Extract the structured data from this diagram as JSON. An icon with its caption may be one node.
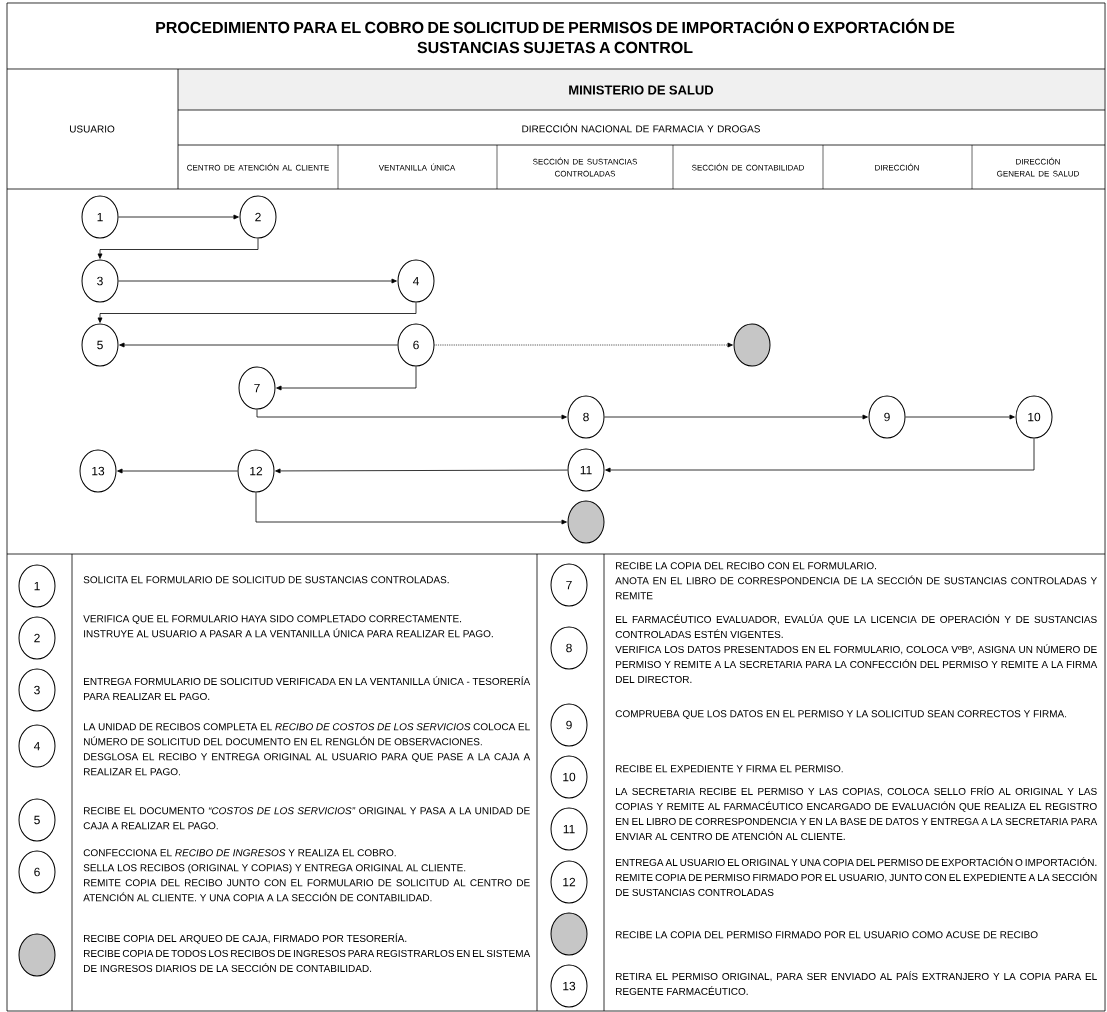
{
  "diagram": {
    "title": "PROCEDIMIENTO PARA EL COBRO DE SOLICITUD DE PERMISOS DE IMPORTACIÓN O EXPORTACIÓN DE SUSTANCIAS SUJETAS A CONTROL",
    "nodes": [
      {
        "text": [
          "1"
        ]
      },
      {
        "text": [
          "2"
        ]
      },
      {
        "text": [
          "3"
        ]
      },
      {
        "text": [
          "4"
        ]
      },
      {
        "text": [
          "5"
        ]
      },
      {
        "text": [
          "6"
        ]
      },
      {
        "text": [],
        "shape": "circle"
      },
      {
        "text": [
          "7"
        ]
      },
      {
        "text": [
          "8"
        ]
      },
      {
        "text": [
          "9"
        ]
      },
      {
        "text": [
          "10"
        ]
      },
      {
        "text": [
          "13"
        ]
      },
      {
        "text": [
          "12"
        ]
      },
      {
        "text": [
          "11"
        ]
      },
      {
        "text": [],
        "shape": "circle"
      },
      {
        "text": [
          "1"
        ],
        "beside": [
          "SOLICITA EL FORMULARIO DE SOLICITUD DE SUSTANCIAS CONTROLADAS."
        ]
      },
      {
        "text": [
          "2"
        ],
        "beside": [
          "VERIFICA QUE EL FORMULARIO HAYA SIDO COMPLETADO CORRECTAMENTE.",
          "INSTRUYE AL USUARIO A PASAR A LA VENTANILLA ÚNICA PARA REALIZAR EL PAGO."
        ]
      },
      {
        "text": [
          "3"
        ],
        "beside": [
          "ENTREGA FORMULARIO DE SOLICITUD VERIFICADA EN LA VENTANILLA ÚNICA - TESORERÍA PARA REALIZAR EL PAGO."
        ]
      },
      {
        "text": [
          "4"
        ],
        "beside": [
          "LA UNIDAD DE RECIBOS COMPLETA EL *RECIBO DE COSTOS DE LOS SERVICIOS* COLOCA EL NÚMERO DE SOLICITUD DEL DOCUMENTO EN EL RENGLÓN DE OBSERVACIONES.",
          "DESGLOSA EL RECIBO Y ENTREGA ORIGINAL AL USUARIO PARA QUE PASE A LA CAJA A REALIZAR EL PAGO."
        ]
      },
      {
        "text": [
          "5"
        ],
        "beside": [
          "RECIBE EL DOCUMENTO *“COSTOS DE LOS SERVICIOS”* ORIGINAL Y PASA A LA UNIDAD DE CAJA A REALIZAR EL PAGO."
        ]
      },
      {
        "text": [
          "6"
        ],
        "beside": [
          "CONFECCIONA EL *RECIBO DE INGRESOS* Y REALIZA EL COBRO.",
          "SELLA LOS RECIBOS (ORIGINAL Y COPIAS) Y ENTREGA ORIGINAL AL CLIENTE.",
          "REMITE COPIA DEL RECIBO JUNTO CON EL FORMULARIO DE SOLICITUD AL CENTRO DE ATENCIÓN AL CLIENTE. Y UNA COPIA A LA SECCIÓN DE CONTABILIDAD."
        ]
      },
      {
        "text": [],
        "shape": "circle",
        "beside": [
          "RECIBE COPIA DEL ARQUEO DE CAJA, FIRMADO POR TESORERÍA.",
          "RECIBE COPIA DE TODOS LOS RECIBOS DE INGRESOS PARA REGISTRARLOS EN EL SISTEMA DE INGRESOS DIARIOS DE LA SECCIÓN DE CONTABILIDAD."
        ]
      },
      {
        "text": [
          "7"
        ],
        "beside": [
          "RECIBE LA COPIA DEL RECIBO CON EL FORMULARIO.",
          "ANOTA EN EL LIBRO DE CORRESPONDENCIA DE LA SECCIÓN DE SUSTANCIAS CONTROLADAS Y REMITE"
        ]
      },
      {
        "text": [
          "8"
        ],
        "beside": [
          "EL FARMACÉUTICO EVALUADOR, EVALÚA QUE LA LICENCIA DE OPERACIÓN Y DE SUSTANCIAS CONTROLADAS ESTÉN VIGENTES.",
          "VERIFICA LOS DATOS PRESENTADOS EN EL FORMULARIO, COLOCA VºBº, ASIGNA UN NÚMERO DE PERMISO Y REMITE A LA SECRETARIA PARA LA CONFECCIÓN DEL PERMISO Y REMITE A LA FIRMA DEL DIRECTOR."
        ]
      },
      {
        "text": [
          "9"
        ],
        "beside": [
          "COMPRUEBA QUE LOS DATOS EN EL PERMISO Y LA SOLICITUD SEAN CORRECTOS Y FIRMA."
        ]
      },
      {
        "text": [
          "10"
        ],
        "beside": [
          "RECIBE EL EXPEDIENTE Y FIRMA EL PERMISO."
        ]
      },
      {
        "text": [
          "11"
        ],
        "beside": [
          "LA SECRETARIA RECIBE EL PERMISO Y LAS COPIAS, COLOCA SELLO FRÍO AL ORIGINAL Y LAS COPIAS Y REMITE AL FARMACÉUTICO ENCARGADO DE EVALUACIÓN QUE REALIZA EL REGISTRO EN EL LIBRO DE CORRESPONDENCIA Y EN LA BASE DE DATOS Y ENTREGA A LA SECRETARIA PARA ENVIAR AL CENTRO DE ATENCIÓN AL CLIENTE."
        ]
      },
      {
        "text": [
          "12"
        ],
        "beside": [
          "ENTREGA AL USUARIO EL ORIGINAL Y UNA COPIA DEL PERMISO DE EXPORTACIÓN O IMPORTACIÓN.",
          "REMITE COPIA DE PERMISO FIRMADO POR EL USUARIO, JUNTO CON EL EXPEDIENTE A LA SECCIÓN DE SUSTANCIAS CONTROLADAS"
        ]
      },
      {
        "text": [],
        "shape": "circle",
        "beside": [
          "RECIBE LA COPIA DEL PERMISO FIRMADO POR EL USUARIO COMO ACUSE DE RECIBO"
        ]
      },
      {
        "text": [
          "13"
        ],
        "beside": [
          "RETIRA EL PERMISO ORIGINAL, PARA SER ENVIADO AL PAÍS EXTRANJERO Y LA COPIA PARA EL REGENTE FARMACÉUTICO."
        ]
      }
    ],
    "edges": [
      {
        "from": 0,
        "to": 1,
        "arrow": "to"
      },
      {
        "from": 1,
        "to": 2,
        "arrow": "to"
      },
      {
        "from": 2,
        "to": 3,
        "arrow": "to"
      },
      {
        "from": 3,
        "to": 4,
        "arrow": "to"
      },
      {
        "from": 5,
        "to": 4,
        "arrow": "to"
      },
      {
        "from": 5,
        "to": 6,
        "arrow": "to",
        "style": "dashed"
      },
      {
        "from": 5,
        "to": 7,
        "arrow": "to"
      },
      {
        "from": 7,
        "to": 8,
        "arrow": "to"
      },
      {
        "from": 8,
        "to": 9,
        "arrow": "to"
      },
      {
        "from": 9,
        "to": 10,
        "arrow": "to"
      },
      {
        "from": 10,
        "to": 13,
        "arrow": "to"
      },
      {
        "from": 13,
        "to": 12,
        "arrow": "to"
      },
      {
        "from": 12,
        "to": 11,
        "arrow": "to"
      },
      {
        "from": 12,
        "to": 14,
        "arrow": "to"
      }
    ],
    "labels": [
      "MINISTERIO DE SALUD",
      "USUARIO",
      "DIRECCIÓN NACIONAL DE FARMACIA Y DROGAS",
      "CENTRO DE ATENCIÓN AL CLIENTE",
      "VENTANILLA ÚNICA",
      "SECCIÓN DE SUSTANCIAS CONTROLADAS",
      "SECCIÓN DE CONTABILIDAD",
      "DIRECCIÓN",
      "DIRECCIÓN GENERAL DE SALUD"
    ]
  }
}
